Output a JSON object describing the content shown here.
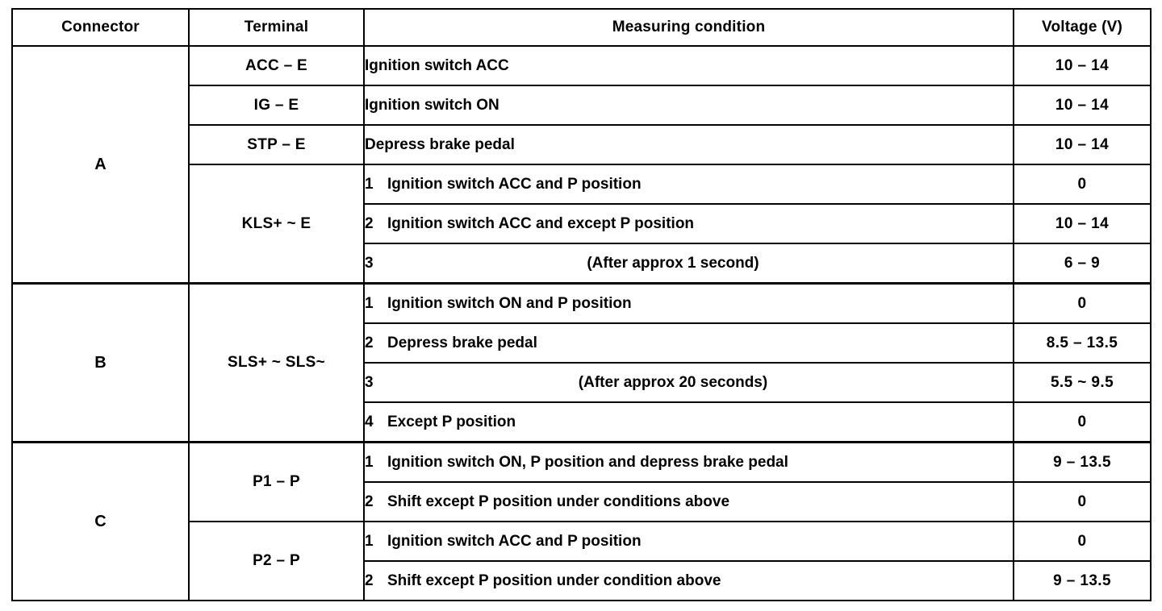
{
  "table": {
    "headers": {
      "connector": "Connector",
      "terminal": "Terminal",
      "condition": "Measuring condition",
      "voltage": "Voltage (V)"
    },
    "rows": [
      {
        "connector": "A",
        "terminal": "ACC – E",
        "index": "",
        "condition": "Ignition switch ACC",
        "voltage": "10 – 14"
      },
      {
        "connector": "",
        "terminal": "IG – E",
        "index": "",
        "condition": "Ignition switch ON",
        "voltage": "10 – 14"
      },
      {
        "connector": "",
        "terminal": "STP – E",
        "index": "",
        "condition": "Depress brake pedal",
        "voltage": "10 – 14"
      },
      {
        "connector": "",
        "terminal": "KLS+ ~ E",
        "index": "1",
        "condition": "Ignition switch ACC and P position",
        "voltage": "0"
      },
      {
        "connector": "",
        "terminal": "",
        "index": "2",
        "condition": "Ignition switch ACC and except P position",
        "voltage": "10 – 14"
      },
      {
        "connector": "",
        "terminal": "",
        "index": "3",
        "condition": "(After approx 1 second)",
        "voltage": "6 – 9"
      },
      {
        "connector": "B",
        "terminal": "SLS+ ~ SLS~",
        "index": "1",
        "condition": "Ignition switch ON and P position",
        "voltage": "0"
      },
      {
        "connector": "",
        "terminal": "",
        "index": "2",
        "condition": "Depress brake pedal",
        "voltage": "8.5 – 13.5"
      },
      {
        "connector": "",
        "terminal": "",
        "index": "3",
        "condition": "(After approx 20 seconds)",
        "voltage": "5.5 ~ 9.5"
      },
      {
        "connector": "",
        "terminal": "",
        "index": "4",
        "condition": "Except P position",
        "voltage": "0"
      },
      {
        "connector": "C",
        "terminal": "P1 – P",
        "index": "1",
        "condition": "Ignition switch ON, P position and depress brake pedal",
        "voltage": "9 – 13.5"
      },
      {
        "connector": "",
        "terminal": "",
        "index": "2",
        "condition": "Shift except P position under conditions above",
        "voltage": "0"
      },
      {
        "connector": "",
        "terminal": "P2 – P",
        "index": "1",
        "condition": "Ignition switch ACC and P position",
        "voltage": "0"
      },
      {
        "connector": "",
        "terminal": "",
        "index": "2",
        "condition": "Shift except P position under condition above",
        "voltage": "9 – 13.5"
      }
    ]
  }
}
